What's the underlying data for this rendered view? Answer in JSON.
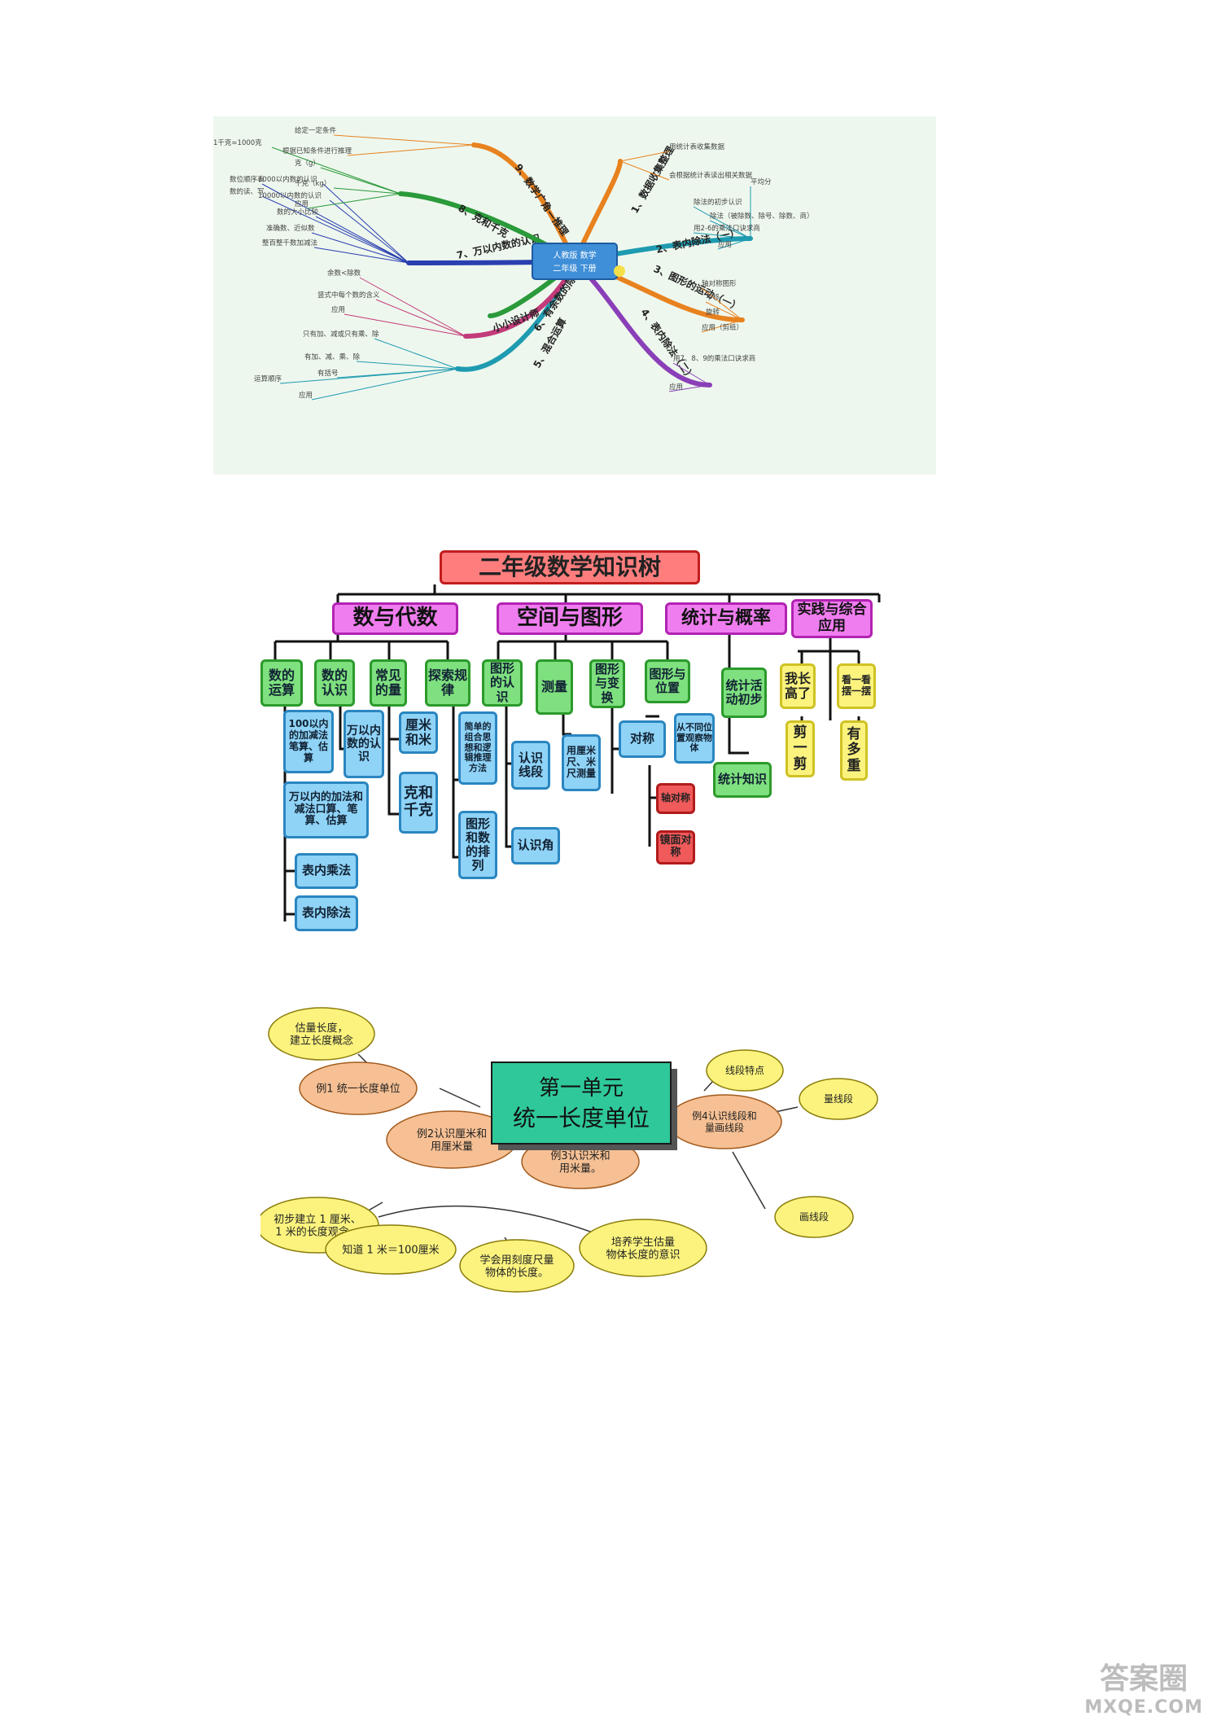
{
  "mindmap": {
    "center": [
      "人教版 数学",
      "二年级 下册"
    ],
    "branches": [
      {
        "label": "1、数据收集整理",
        "color": "#e8821e",
        "items": [
          "用统计表收集数据",
          "会根据统计表读出相关数据"
        ]
      },
      {
        "label": "2、表内除法（一）",
        "color": "#1e9bb0",
        "items": [
          "除法的初步认识",
          "平均分",
          "除法（被除数、除号、除数、商）",
          "用2-6的乘法口诀求商",
          "应用"
        ]
      },
      {
        "label": "3、图形的运动（一）",
        "color": "#e8821e",
        "items": [
          "轴对称图形",
          "平移",
          "旋转",
          "应用（剪纸）"
        ]
      },
      {
        "label": "4、表内除法（二）",
        "color": "#8a3fb8",
        "items": [
          "用7、8、9的乘法口诀求商",
          "应用"
        ]
      },
      {
        "label": "5、混合运算",
        "color": "#1e9bb0",
        "items": [
          "运算顺序",
          "只有加、减或只有乘、除",
          "有加、减、乘、除",
          "有括号",
          "应用"
        ]
      },
      {
        "label": "6、有余数的除法",
        "color": "#c23b7a",
        "items": [
          "余数<除数",
          "竖式中每个数的含义",
          "应用"
        ]
      },
      {
        "label": "小小设计师",
        "color": "#2a9a3a",
        "items": []
      },
      {
        "label": "7、万以内数的认识",
        "color": "#2a3fb0",
        "items": [
          "数位顺序表",
          "数的读、写",
          "1000以内数的认识",
          "10000以内数的认识",
          "数的大小比较",
          "准确数、近似数",
          "整百整千数加减法"
        ]
      },
      {
        "label": "8、克和千克",
        "color": "#2a9a3a",
        "items": [
          "1千克=1000克",
          "克（g）",
          "千克（kg）",
          "应用"
        ]
      },
      {
        "label": "9、数学广角—推理",
        "color": "#e8821e",
        "items": [
          "给定一定条件",
          "根据已知条件进行推理"
        ]
      }
    ]
  },
  "tree": {
    "title": "二年级数学知识树",
    "categories": [
      "数与代数",
      "空间与图形",
      "统计与概率",
      "实践与综合应用"
    ],
    "nodes": {
      "shu_yunsuan": "数的运算",
      "shu_renshi": "数的认识",
      "changjian": "常见的量",
      "tansuo": "探索规律",
      "tuxing_renshi": "图形的认识",
      "celiang": "测量",
      "bianhuan": "图形与变换",
      "weizhi": "图形与位置",
      "tongji_chubu": "统计活动初步",
      "tongji_zhishi": "统计知识",
      "wozhang": "我长高了",
      "kanyikan": "看一看摆一摆",
      "jianyijian": "剪一剪",
      "youduozhong": "有多重",
      "add100": "100以内的加减法笔算、估算",
      "add10000": "万以内的加法和减法口算、笔算、估算",
      "mul": "表内乘法",
      "div": "表内除法",
      "wanyinei": "万以内数的认识",
      "limi": "厘米和米",
      "kg": "克和千克",
      "zuhe": "简单的组合思想和逻辑推理方法",
      "pailie": "图形和数的排列",
      "xianduan": "认识线段",
      "jiao": "认识角",
      "mi_ce": "用厘米尺、米尺测量",
      "duichen": "对称",
      "zhou": "轴对称",
      "jingmian": "镜面对称",
      "guancha": "从不同位置观察物体"
    }
  },
  "unit": {
    "center": [
      "第一单元",
      "统一长度单位"
    ],
    "nodes": {
      "gulian": [
        "估量长度，",
        "建立长度概念"
      ],
      "li1": [
        "例1 统一长度单位"
      ],
      "xd_tedian": [
        "线段特点"
      ],
      "liang_xd": [
        "量线段"
      ],
      "li4": [
        "例4认识线段和",
        "量画线段"
      ],
      "hua_xd": [
        "画线段"
      ],
      "li2": [
        "例2认识厘米和",
        "用厘米量"
      ],
      "li3": [
        "例3认识米和",
        "用米量。"
      ],
      "chubu": [
        "初步建立 1 厘米、",
        "1 米的长度观念。"
      ],
      "zhidao": [
        "知道 1 米＝100厘米"
      ],
      "xuehui": [
        "学会用刻度尺量",
        "物体的长度。"
      ],
      "peiyang": [
        "培养学生估量",
        "物体长度的意识"
      ]
    }
  },
  "watermark": {
    "text": "答案圈",
    "url": "MXQE.COM"
  }
}
